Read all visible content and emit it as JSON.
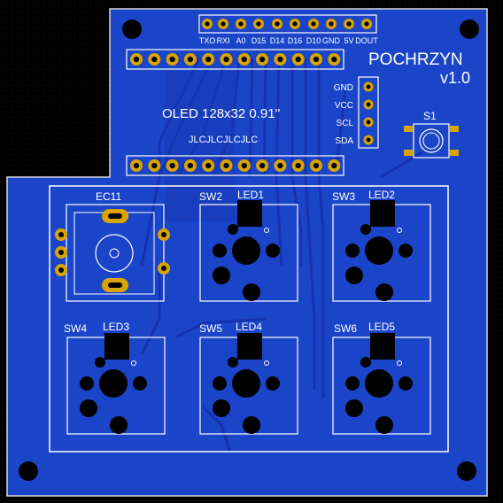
{
  "board": {
    "title": "POCHRZYN",
    "version": "v1.0",
    "oled_label": "OLED 128x32 0.91''",
    "jlc_marking": "JLCJLCJLCJLC"
  },
  "header_pins": [
    "TXO",
    "RXI",
    "A0",
    "D15",
    "D14",
    "D16",
    "D10",
    "GND",
    "5V",
    "DOUT"
  ],
  "oled_pins": [
    "GND",
    "VCC",
    "SCL",
    "SDA"
  ],
  "components": {
    "encoder": "EC11",
    "reset_switch": "S1",
    "switches": [
      "SW2",
      "SW3",
      "SW4",
      "SW5",
      "SW6"
    ],
    "leds": [
      "LED1",
      "LED2",
      "LED3",
      "LED4",
      "LED5"
    ]
  },
  "colors": {
    "background": "#000000",
    "board": "#1b45c8",
    "copper_trace": "#1530a8",
    "silkscreen": "#ffffff",
    "pad_gold": "#d9a400",
    "drill_hole": "#000000"
  }
}
